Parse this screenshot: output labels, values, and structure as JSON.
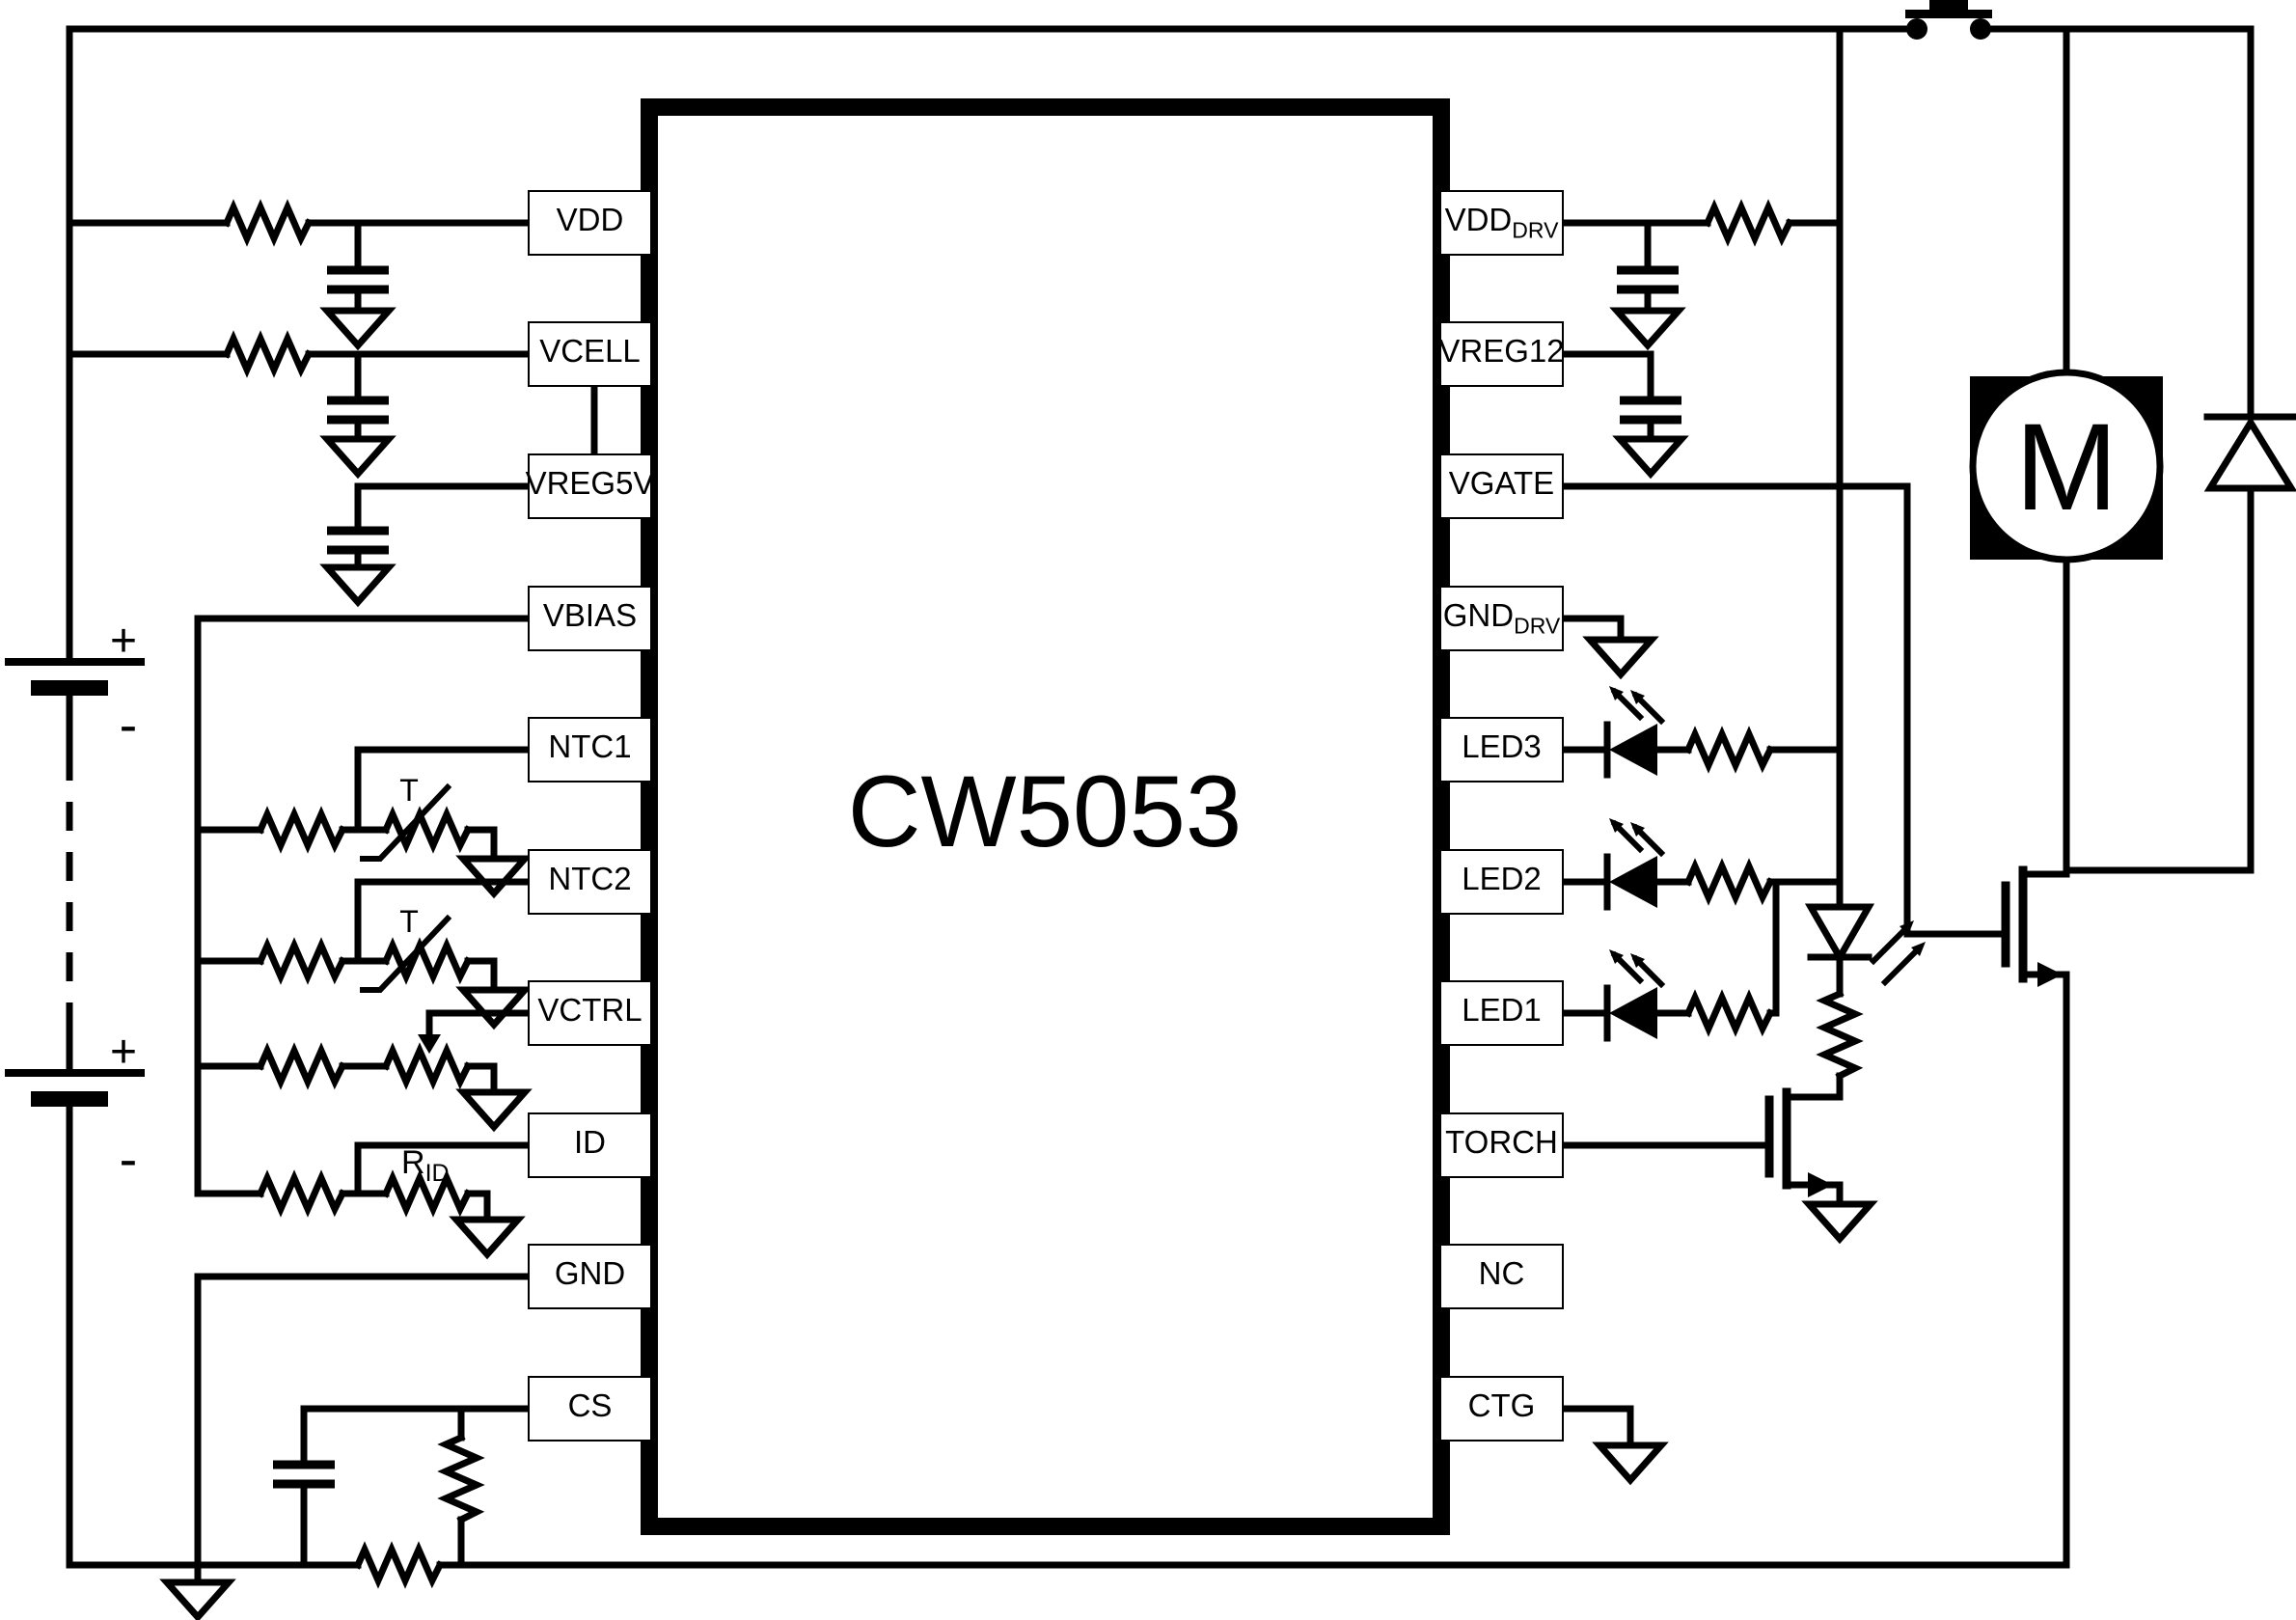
{
  "chip": {
    "name": "CW5053"
  },
  "left_pins": [
    {
      "label": "VDD",
      "sub": ""
    },
    {
      "label": "VCELL",
      "sub": ""
    },
    {
      "label": "VREG5V",
      "sub": ""
    },
    {
      "label": "VBIAS",
      "sub": ""
    },
    {
      "label": "NTC1",
      "sub": ""
    },
    {
      "label": "NTC2",
      "sub": ""
    },
    {
      "label": "VCTRL",
      "sub": ""
    },
    {
      "label": "ID",
      "sub": ""
    },
    {
      "label": "GND",
      "sub": ""
    },
    {
      "label": "CS",
      "sub": ""
    }
  ],
  "right_pins": [
    {
      "label": "VDD",
      "sub": "DRV"
    },
    {
      "label": "VREG12",
      "sub": ""
    },
    {
      "label": "VGATE",
      "sub": ""
    },
    {
      "label": "GND",
      "sub": "DRV"
    },
    {
      "label": "LED3",
      "sub": ""
    },
    {
      "label": "LED2",
      "sub": ""
    },
    {
      "label": "LED1",
      "sub": ""
    },
    {
      "label": "TORCH",
      "sub": ""
    },
    {
      "label": "NC",
      "sub": ""
    },
    {
      "label": "CTG",
      "sub": ""
    }
  ],
  "battery": {
    "plus": "+",
    "minus": "-"
  },
  "thermistor_label": "T",
  "rid": {
    "main": "R",
    "sub": "ID"
  },
  "motor": {
    "label": "M"
  },
  "colors": {
    "ink": "#000000",
    "paper": "#ffffff"
  }
}
